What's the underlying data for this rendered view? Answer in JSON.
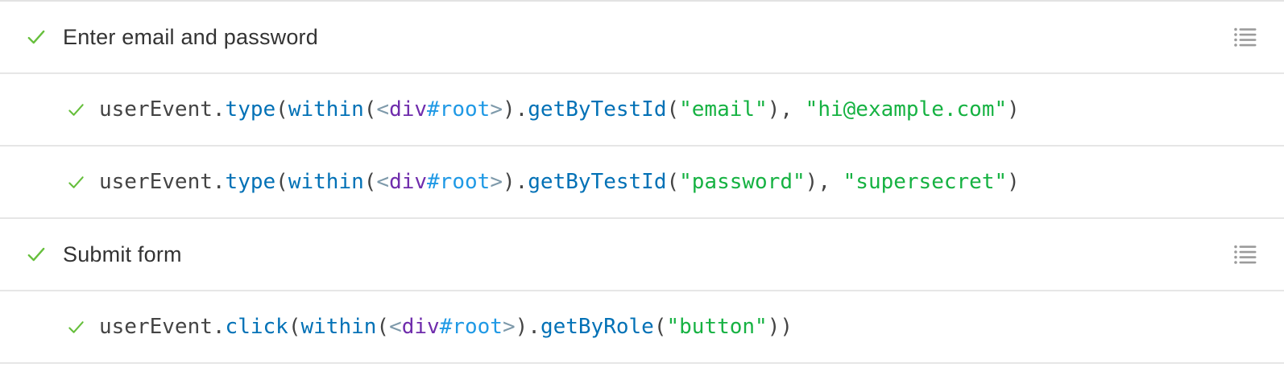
{
  "colors": {
    "check": "#66BF3C",
    "divider": "#e6e6e6",
    "label": "#333333",
    "base": "#444444",
    "method": "#0271B6",
    "string": "#16B242",
    "tag": "#6F2CAC",
    "id": "#1F99E5",
    "muted": "#7D99AA",
    "icon": "#9b9b9b"
  },
  "panel": {
    "rows": [
      {
        "kind": "group",
        "status": "passed",
        "label": "Enter email and password",
        "icons": [
          "check-icon",
          "list-unordered-icon"
        ]
      },
      {
        "kind": "call",
        "status": "passed",
        "tokens": [
          {
            "type": "base",
            "text": "userEvent."
          },
          {
            "type": "method",
            "text": "type"
          },
          {
            "type": "base",
            "text": "("
          },
          {
            "type": "method",
            "text": "within"
          },
          {
            "type": "base",
            "text": "("
          },
          {
            "type": "muted",
            "text": "<"
          },
          {
            "type": "tag",
            "text": "div"
          },
          {
            "type": "id",
            "text": "#root"
          },
          {
            "type": "muted",
            "text": ">"
          },
          {
            "type": "base",
            "text": ")."
          },
          {
            "type": "method",
            "text": "getByTestId"
          },
          {
            "type": "base",
            "text": "("
          },
          {
            "type": "string",
            "text": "\"email\""
          },
          {
            "type": "base",
            "text": "), "
          },
          {
            "type": "string",
            "text": "\"hi@example.com\""
          },
          {
            "type": "base",
            "text": ")"
          }
        ]
      },
      {
        "kind": "call",
        "status": "passed",
        "tokens": [
          {
            "type": "base",
            "text": "userEvent."
          },
          {
            "type": "method",
            "text": "type"
          },
          {
            "type": "base",
            "text": "("
          },
          {
            "type": "method",
            "text": "within"
          },
          {
            "type": "base",
            "text": "("
          },
          {
            "type": "muted",
            "text": "<"
          },
          {
            "type": "tag",
            "text": "div"
          },
          {
            "type": "id",
            "text": "#root"
          },
          {
            "type": "muted",
            "text": ">"
          },
          {
            "type": "base",
            "text": ")."
          },
          {
            "type": "method",
            "text": "getByTestId"
          },
          {
            "type": "base",
            "text": "("
          },
          {
            "type": "string",
            "text": "\"password\""
          },
          {
            "type": "base",
            "text": "), "
          },
          {
            "type": "string",
            "text": "\"supersecret\""
          },
          {
            "type": "base",
            "text": ")"
          }
        ]
      },
      {
        "kind": "group",
        "status": "passed",
        "label": "Submit form",
        "icons": [
          "check-icon",
          "list-unordered-icon"
        ]
      },
      {
        "kind": "call",
        "status": "passed",
        "tokens": [
          {
            "type": "base",
            "text": "userEvent."
          },
          {
            "type": "method",
            "text": "click"
          },
          {
            "type": "base",
            "text": "("
          },
          {
            "type": "method",
            "text": "within"
          },
          {
            "type": "base",
            "text": "("
          },
          {
            "type": "muted",
            "text": "<"
          },
          {
            "type": "tag",
            "text": "div"
          },
          {
            "type": "id",
            "text": "#root"
          },
          {
            "type": "muted",
            "text": ">"
          },
          {
            "type": "base",
            "text": ")."
          },
          {
            "type": "method",
            "text": "getByRole"
          },
          {
            "type": "base",
            "text": "("
          },
          {
            "type": "string",
            "text": "\"button\""
          },
          {
            "type": "base",
            "text": "))"
          }
        ]
      }
    ]
  }
}
